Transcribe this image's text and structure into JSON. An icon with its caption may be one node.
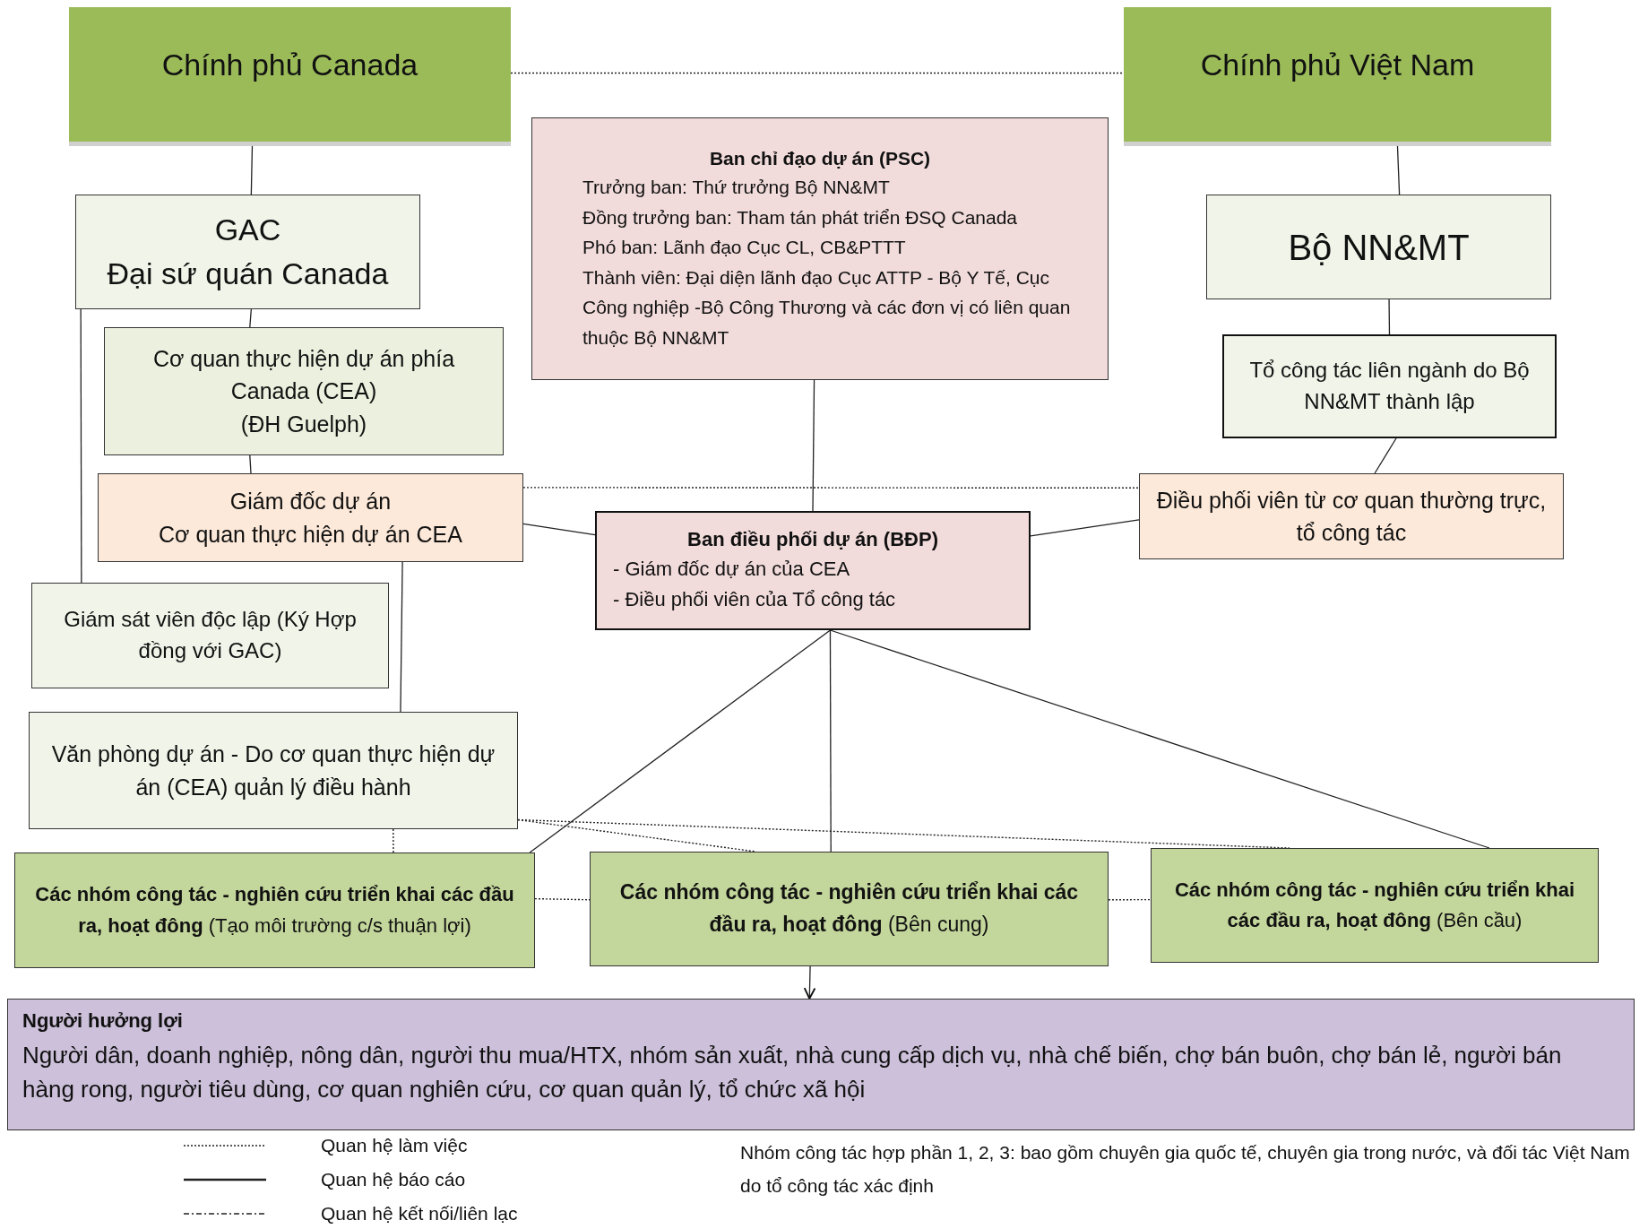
{
  "diagram": {
    "nodes": [
      {
        "text": [
          "Chính phủ Canada"
        ]
      },
      {
        "text": [
          "Chính phủ Việt Nam"
        ]
      },
      {
        "text": [
          "Ban chỉ đạo dự án (PSC)",
          "Trưởng ban: Thứ trưởng Bộ NN&MT",
          "Đồng trưởng ban: Tham tán phát triển ĐSQ Canada",
          "Phó ban: Lãnh đạo Cục CL, CB&PTTT",
          "Thành viên: Đại diện lãnh đạo Cục ATTP - Bộ Y Tế, Cục Công nghiệp -Bộ Công Thương và các đơn vị có liên quan thuộc Bộ NN&MT"
        ]
      },
      {
        "text": [
          "GAC",
          "Đại sứ quán Canada"
        ]
      },
      {
        "text": [
          "Bộ NN&MT"
        ]
      },
      {
        "text": [
          "Cơ quan thực hiện dự án phía Canada (CEA)",
          "(ĐH Guelph)"
        ]
      },
      {
        "text": [
          "Tổ công tác liên ngành do Bộ NN&MT thành lập"
        ]
      },
      {
        "text": [
          "Giám đốc dự án",
          "Cơ quan thực hiện dự án CEA"
        ]
      },
      {
        "text": [
          "Điều phối viên từ cơ quan thường trực, tổ công tác"
        ]
      },
      {
        "text": [
          "Ban điều phối dự án (BĐP)",
          "- Giám đốc dự án của CEA",
          "- Điều phối viên của Tổ công tác"
        ]
      },
      {
        "text": [
          "Giám sát viên độc lập (Ký Hợp đồng với GAC)"
        ]
      },
      {
        "text": [
          "Văn phòng dự án - Do cơ quan thực hiện dự án (CEA) quản lý điều hành"
        ]
      },
      {
        "text": [
          "**Các nhóm công tác - nghiên cứu triển khai các đầu ra, hoạt đông** (Tạo môi trường c/s thuận lợi)"
        ]
      },
      {
        "text": [
          "**Các nhóm công tác - nghiên cứu triển khai các đầu ra, hoạt đông** (Bên cung)"
        ]
      },
      {
        "text": [
          "**Các nhóm công tác - nghiên cứu triển khai các đầu ra, hoạt đông** (Bên cầu)"
        ]
      },
      {
        "text": [
          "Người hưởng lợi",
          "Người dân, doanh nghiệp, nông dân, người thu mua/HTX, nhóm sản xuất, nhà cung cấp dịch vụ, nhà chế biến, chợ bán buôn, chợ bán lẻ, người bán hàng rong, người tiêu dùng, cơ quan nghiên cứu, cơ quan quản lý, tổ chức xã hội"
        ]
      }
    ],
    "edges": [
      {
        "from": 0,
        "to": 1,
        "arrow": "none",
        "style": "dashed"
      },
      {
        "from": 0,
        "to": 3,
        "arrow": "none"
      },
      {
        "from": 1,
        "to": 4,
        "arrow": "none"
      },
      {
        "from": 3,
        "to": 5,
        "arrow": "none"
      },
      {
        "from": 4,
        "to": 6,
        "arrow": "none"
      },
      {
        "from": 5,
        "to": 7,
        "arrow": "none"
      },
      {
        "from": 6,
        "to": 8,
        "arrow": "none"
      },
      {
        "from": 2,
        "to": 9,
        "arrow": "none"
      },
      {
        "from": 7,
        "to": 9,
        "arrow": "none"
      },
      {
        "from": 9,
        "to": 8,
        "arrow": "none"
      },
      {
        "from": 7,
        "to": 8,
        "arrow": "none",
        "style": "dashed"
      },
      {
        "from": 3,
        "to": 10,
        "arrow": "none"
      },
      {
        "from": 7,
        "to": 11,
        "arrow": "none"
      },
      {
        "from": 9,
        "to": 12,
        "arrow": "none"
      },
      {
        "from": 9,
        "to": 13,
        "arrow": "none"
      },
      {
        "from": 9,
        "to": 14,
        "arrow": "none"
      },
      {
        "from": 11,
        "to": 12,
        "arrow": "none",
        "style": "dashed"
      },
      {
        "from": 11,
        "to": 13,
        "arrow": "none",
        "style": "dashed"
      },
      {
        "from": 11,
        "to": 14,
        "arrow": "none",
        "style": "dashed"
      },
      {
        "from": 12,
        "to": 13,
        "arrow": "none",
        "style": "dashed"
      },
      {
        "from": 13,
        "to": 14,
        "arrow": "none",
        "style": "dashed"
      },
      {
        "from": 13,
        "to": 15,
        "arrow": "to"
      }
    ],
    "labels": [
      "Nhóm công tác hợp phần 1, 2, 3: bao gồm chuyên gia quốc tế, chuyên gia trong nước, và đối tác Việt Nam do tổ công tác xác định"
    ],
    "legend": [
      {
        "text": "Quan hệ làm việc"
      },
      {
        "text": "Quan hệ báo cáo"
      },
      {
        "text": "Quan hệ kết nối/liên lạc"
      }
    ]
  }
}
